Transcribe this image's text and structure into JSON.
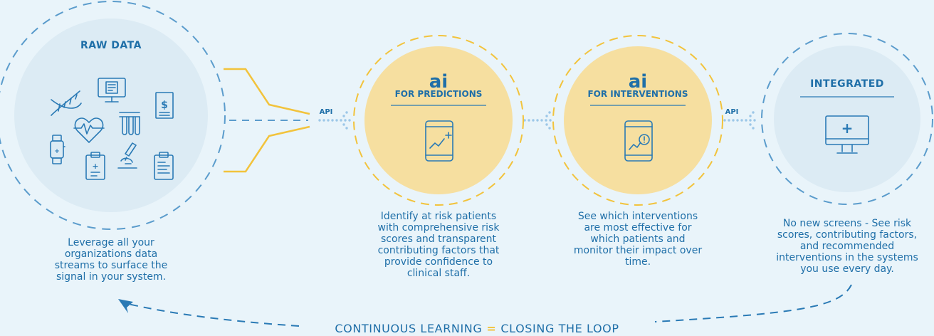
{
  "stages": [
    {
      "title": "RAW DATA",
      "description": [
        "Leverage all your",
        "organizations data",
        "streams to surface the",
        "signal in your system."
      ]
    },
    {
      "badge": "ai",
      "title": "FOR PREDICTIONS",
      "description": [
        "Identify at risk patients",
        "with comprehensive risk",
        "scores and transparent",
        "contributing factors that",
        "provide confidence to",
        "clinical staff."
      ]
    },
    {
      "badge": "ai",
      "title": "FOR INTERVENTIONS",
      "description": [
        "See which interventions",
        "are most effective for",
        "which patients and",
        "monitor their impact over",
        "time."
      ]
    },
    {
      "title": "INTEGRATED",
      "description": [
        "No new screens - See risk",
        "scores, contributing factors,",
        "and recommended",
        "interventions in the systems",
        "you use every day."
      ]
    }
  ],
  "api_labels": [
    "API",
    "API"
  ],
  "footer": {
    "left": "CONTINUOUS LEARNING",
    "equals": "=",
    "right": "CLOSING THE LOOP"
  },
  "colors": {
    "background": "#e9f4fa",
    "primary_blue": "#1f6fa8",
    "icon_blue": "#2a7ab5",
    "light_circle": "#dcebf4",
    "dashed_blue": "#5b9ccc",
    "ai_circle_fill": "#f6dfa0",
    "ai_circle_dash": "#f2c33c",
    "funnel_yellow": "#f2c33c"
  },
  "icons": [
    "dna-icon",
    "monitor-document-icon",
    "invoice-dollar-icon",
    "heart-rate-icon",
    "test-tubes-icon",
    "smartwatch-icon",
    "clipboard-medical-icon",
    "microscope-icon",
    "clipboard-icon",
    "tablet-chart-plus-icon",
    "tablet-chart-alert-icon",
    "monitor-medical-icon"
  ]
}
